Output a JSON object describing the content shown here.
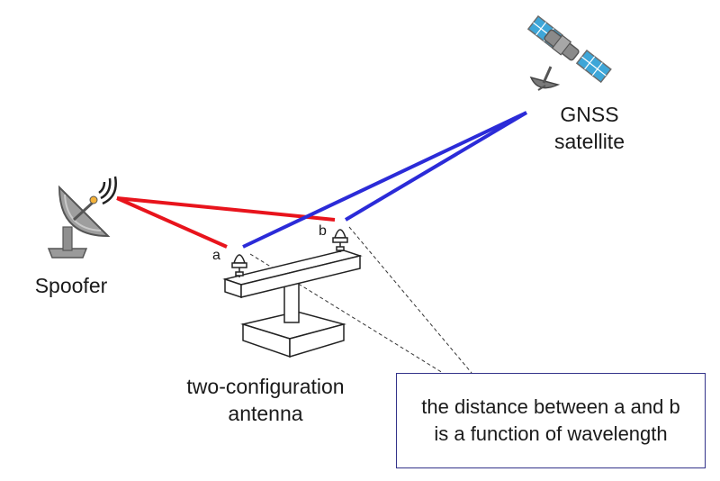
{
  "labels": {
    "satellite": [
      "GNSS",
      "satellite"
    ],
    "spoofer": "Spoofer",
    "antenna": [
      "two-configuration",
      "antenna"
    ],
    "point_a": "a",
    "point_b": "b"
  },
  "note": {
    "lines": [
      "the distance between a and b",
      "is a function of wavelength"
    ]
  },
  "icons": {
    "satellite": "satellite-icon",
    "spoofer": "satellite-dish-icon",
    "antenna_element": "antenna-element-icon"
  },
  "colors": {
    "spoof_signal": "#e8141c",
    "gnss_signal": "#2b2bd8",
    "note_border": "#33338a"
  }
}
